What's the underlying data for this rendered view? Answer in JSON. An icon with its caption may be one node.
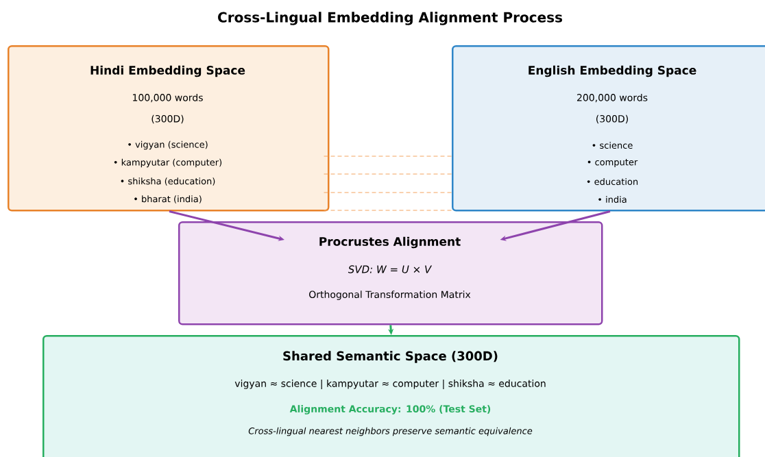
{
  "diagram": {
    "title": "Cross-Lingual Embedding Alignment Process",
    "nodes": [
      {
        "text": [
          "Hindi Embedding Space",
          "100,000 words",
          "(300D)",
          "• vigyan (science)",
          "• kampyutar (computer)",
          "• shiksha (education)",
          "• bharat (india)"
        ]
      },
      {
        "text": [
          "English Embedding Space",
          "200,000 words",
          "(300D)",
          "• science",
          "• computer",
          "• education",
          "• india"
        ]
      },
      {
        "text": [
          "Procrustes Alignment",
          "SVD: W = U × V",
          "Orthogonal Transformation Matrix"
        ]
      },
      {
        "text": [
          "Shared Semantic Space (300D)",
          "vigyan ≈ science  |  kampyutar ≈ computer  |  shiksha ≈ education",
          "Alignment Accuracy: 100% (Test Set)",
          "Cross-lingual nearest neighbors preserve semantic equivalence"
        ]
      }
    ],
    "edges": [
      {
        "from": 0,
        "to": 1,
        "arrow": "none",
        "style": "dashed"
      },
      {
        "from": 0,
        "to": 1,
        "arrow": "none",
        "style": "dashed"
      },
      {
        "from": 0,
        "to": 1,
        "arrow": "none",
        "style": "dashed"
      },
      {
        "from": 0,
        "to": 1,
        "arrow": "none",
        "style": "dashed"
      },
      {
        "from": 0,
        "to": 2,
        "arrow": "to",
        "style": "thick",
        "color": "#8e44ad"
      },
      {
        "from": 1,
        "to": 2,
        "arrow": "to",
        "style": "thick",
        "color": "#8e44ad"
      },
      {
        "from": 2,
        "to": 3,
        "arrow": "to",
        "style": "thick",
        "color": "#27ae60"
      }
    ]
  }
}
